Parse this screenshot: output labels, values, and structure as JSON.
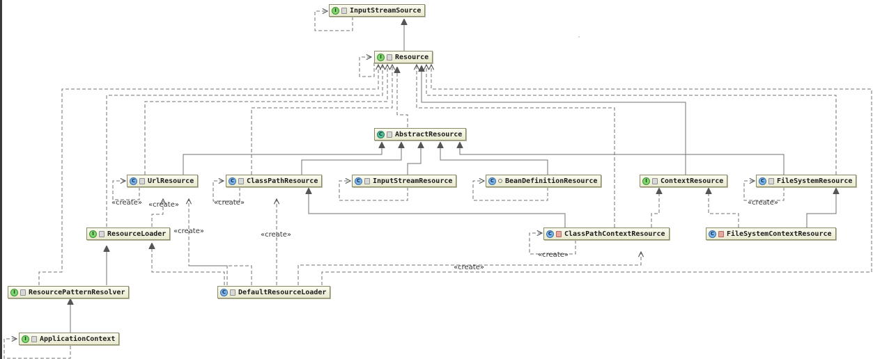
{
  "diagram": {
    "colors": {
      "edge": "#707070",
      "node_border": "#8a8a6a"
    },
    "nodes": [
      {
        "id": "InputStreamSource",
        "label": "InputStreamSource",
        "kind": "interface",
        "icon": "interface-icon"
      },
      {
        "id": "Resource",
        "label": "Resource",
        "kind": "interface",
        "icon": "interface-icon"
      },
      {
        "id": "AbstractResource",
        "label": "AbstractResource",
        "kind": "abstract",
        "icon": "abstract-class-icon"
      },
      {
        "id": "UrlResource",
        "label": "UrlResource",
        "kind": "class",
        "icon": "class-icon"
      },
      {
        "id": "ClassPathResource",
        "label": "ClassPathResource",
        "kind": "class",
        "icon": "class-icon"
      },
      {
        "id": "InputStreamResource",
        "label": "InputStreamResource",
        "kind": "class",
        "icon": "class-icon"
      },
      {
        "id": "BeanDefinitionResource",
        "label": "BeanDefinitionResource",
        "kind": "class",
        "icon": "class-icon",
        "modifier": "package"
      },
      {
        "id": "ContextResource",
        "label": "ContextResource",
        "kind": "interface",
        "icon": "interface-icon"
      },
      {
        "id": "FileSystemResource",
        "label": "FileSystemResource",
        "kind": "class",
        "icon": "class-icon"
      },
      {
        "id": "ResourceLoader",
        "label": "ResourceLoader",
        "kind": "interface",
        "icon": "interface-icon"
      },
      {
        "id": "ClassPathContextResource",
        "label": "ClassPathContextResource",
        "kind": "class",
        "icon": "class-icon",
        "modifier": "private"
      },
      {
        "id": "FileSystemContextResource",
        "label": "FileSystemContextResource",
        "kind": "class",
        "icon": "class-icon",
        "modifier": "private"
      },
      {
        "id": "ResourcePatternResolver",
        "label": "ResourcePatternResolver",
        "kind": "interface",
        "icon": "interface-icon"
      },
      {
        "id": "DefaultResourceLoader",
        "label": "DefaultResourceLoader",
        "kind": "class",
        "icon": "class-icon"
      },
      {
        "id": "ApplicationContext",
        "label": "ApplicationContext",
        "kind": "interface",
        "icon": "interface-icon"
      }
    ],
    "edges": [
      {
        "from": "Resource",
        "to": "InputStreamSource",
        "type": "extends"
      },
      {
        "from": "AbstractResource",
        "to": "Resource",
        "type": "implements"
      },
      {
        "from": "UrlResource",
        "to": "AbstractResource",
        "type": "extends"
      },
      {
        "from": "ClassPathResource",
        "to": "AbstractResource",
        "type": "extends"
      },
      {
        "from": "InputStreamResource",
        "to": "AbstractResource",
        "type": "extends"
      },
      {
        "from": "BeanDefinitionResource",
        "to": "AbstractResource",
        "type": "extends"
      },
      {
        "from": "FileSystemResource",
        "to": "AbstractResource",
        "type": "extends"
      },
      {
        "from": "ContextResource",
        "to": "Resource",
        "type": "extends"
      },
      {
        "from": "ClassPathContextResource",
        "to": "ClassPathResource",
        "type": "extends"
      },
      {
        "from": "ClassPathContextResource",
        "to": "ContextResource",
        "type": "implements"
      },
      {
        "from": "FileSystemContextResource",
        "to": "FileSystemResource",
        "type": "extends"
      },
      {
        "from": "FileSystemContextResource",
        "to": "ContextResource",
        "type": "implements"
      },
      {
        "from": "ResourcePatternResolver",
        "to": "ResourceLoader",
        "type": "extends"
      },
      {
        "from": "ApplicationContext",
        "to": "ResourcePatternResolver",
        "type": "extends"
      },
      {
        "from": "DefaultResourceLoader",
        "to": "ResourceLoader",
        "type": "implements"
      },
      {
        "from": "ResourceLoader",
        "to": "UrlResource",
        "type": "create",
        "label": "«create»"
      },
      {
        "from": "DefaultResourceLoader",
        "to": "UrlResource",
        "type": "create",
        "label": "«create»"
      },
      {
        "from": "DefaultResourceLoader",
        "to": "ClassPathResource",
        "type": "create",
        "label": "«create»"
      },
      {
        "from": "DefaultResourceLoader",
        "to": "ClassPathContextResource",
        "type": "create",
        "label": "«create»"
      },
      {
        "from": "UrlResource",
        "to": "UrlResource",
        "type": "create",
        "label": "«create»"
      },
      {
        "from": "ClassPathResource",
        "to": "ClassPathResource",
        "type": "create",
        "label": "«create»"
      },
      {
        "from": "FileSystemResource",
        "to": "FileSystemResource",
        "type": "create",
        "label": "«create»"
      },
      {
        "from": "ClassPathContextResource",
        "to": "ClassPathContextResource",
        "type": "create",
        "label": "«create»"
      },
      {
        "from": "ResourceLoader",
        "to": "Resource",
        "type": "depends"
      },
      {
        "from": "ResourcePatternResolver",
        "to": "Resource",
        "type": "depends"
      },
      {
        "from": "DefaultResourceLoader",
        "to": "Resource",
        "type": "depends"
      }
    ],
    "create_label": "«create»"
  }
}
